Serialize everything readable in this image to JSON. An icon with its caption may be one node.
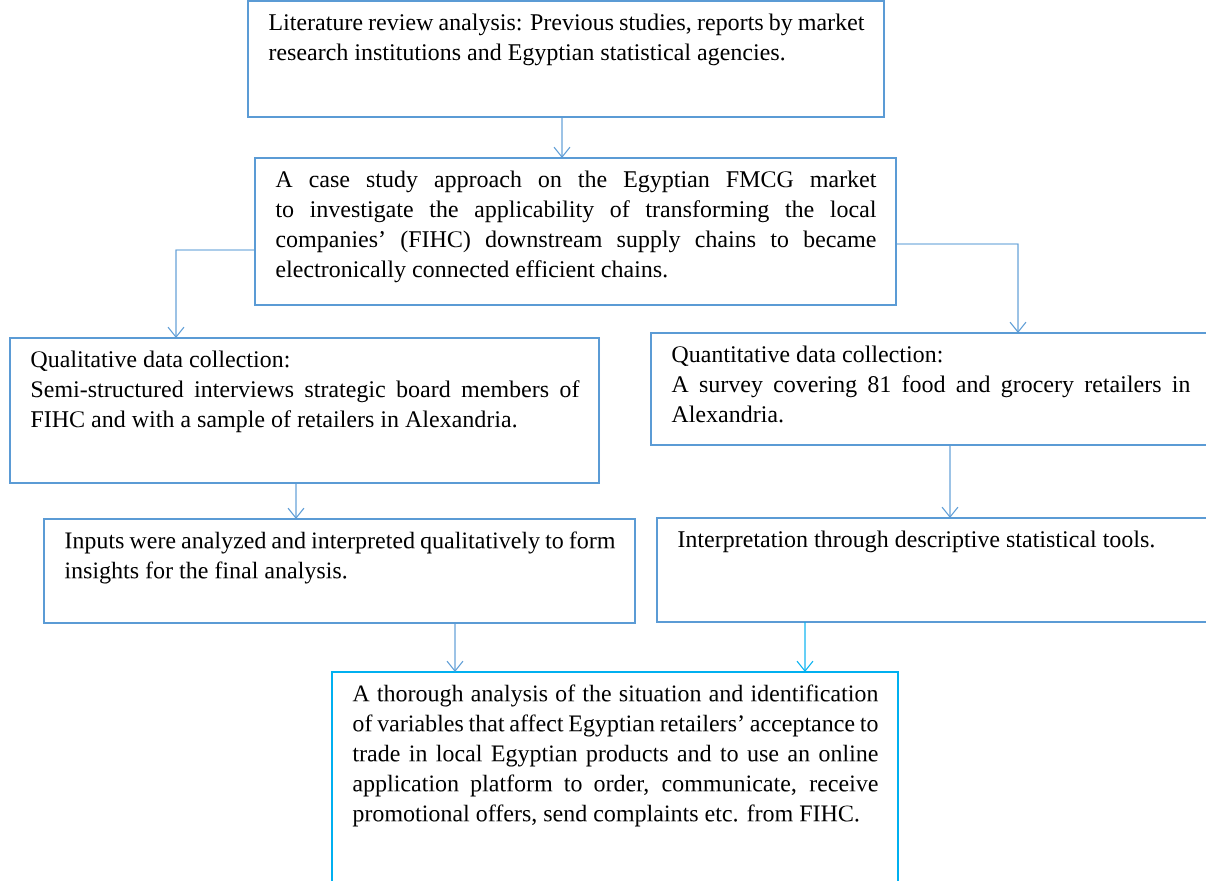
{
  "diagram": {
    "nodes": [
      {
        "text": [
          "Literature review analysis: Previous studies, reports by market research institutions and Egyptian statistical agencies."
        ]
      },
      {
        "text": [
          "A case study approach on the Egyptian FMCG market to investigate the applicability of transforming the local companies’ (FIHC) downstream supply chains to became electronically connected efficient chains."
        ]
      },
      {
        "text": [
          "Qualitative data collection:",
          "Semi-structured interviews strategic board members of FIHC and with a sample of retailers in Alexandria."
        ]
      },
      {
        "text": [
          "Quantitative data collection:",
          "A survey covering 81 food and grocery retailers in Alexandria."
        ]
      },
      {
        "text": [
          "Inputs were analyzed and interpreted qualitatively to form insights for the final analysis."
        ]
      },
      {
        "text": [
          "Interpretation through descriptive statistical tools."
        ]
      },
      {
        "text": [
          "A thorough analysis of the situation and identification of variables that affect Egyptian retailers’ acceptance to trade in local Egyptian products and to use an online application platform to order, communicate, receive promotional offers, send complaints etc. from FIHC."
        ]
      }
    ],
    "edges": [
      {
        "from": 0,
        "to": 1,
        "arrow": "to"
      },
      {
        "from": 1,
        "to": 2,
        "arrow": "to"
      },
      {
        "from": 1,
        "to": 3,
        "arrow": "to"
      },
      {
        "from": 2,
        "to": 4,
        "arrow": "to"
      },
      {
        "from": 3,
        "to": 5,
        "arrow": "to"
      },
      {
        "from": 4,
        "to": 6,
        "arrow": "to"
      },
      {
        "from": 5,
        "to": 6,
        "arrow": "to",
        "color": "#00b0f0"
      }
    ]
  }
}
